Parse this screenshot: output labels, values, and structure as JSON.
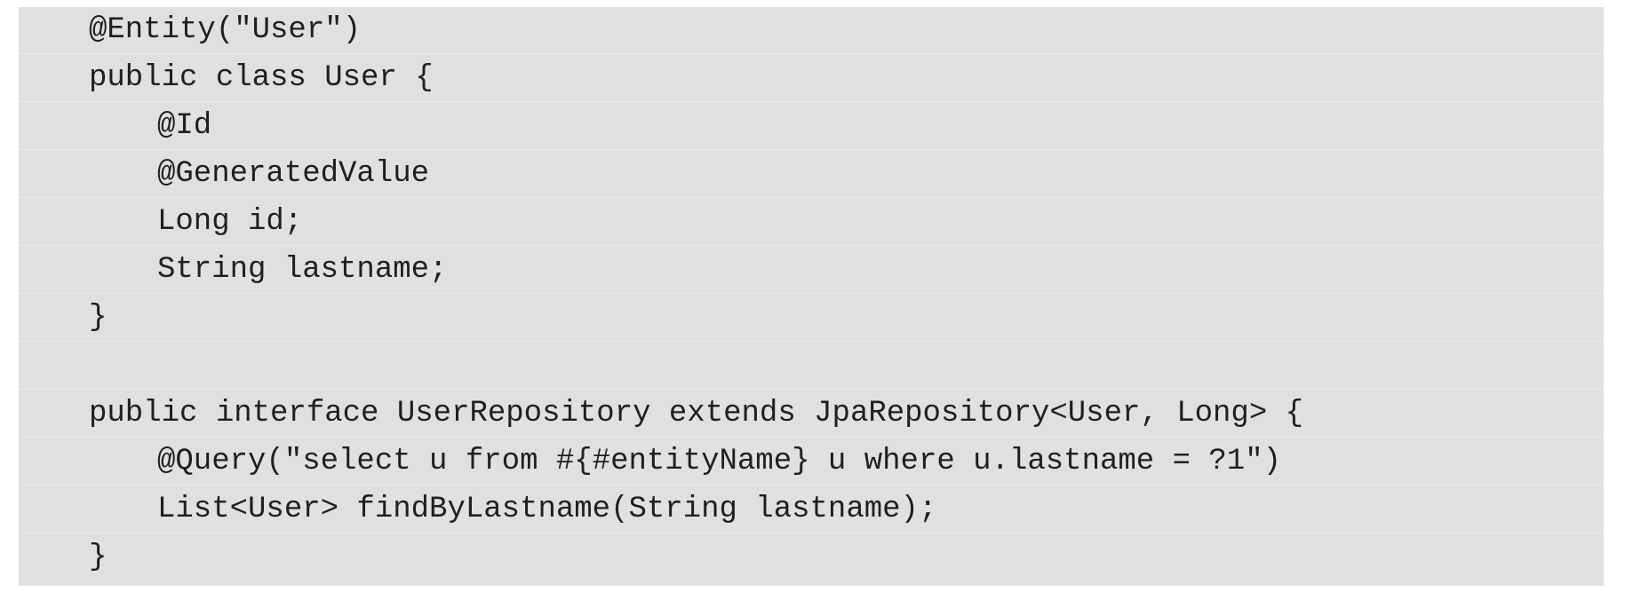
{
  "code": {
    "lines": [
      "@Entity(\"User\")",
      "public class User {",
      "@Id",
      "@GeneratedValue",
      "Long id;",
      "String lastname;",
      "}",
      "",
      "public interface UserRepository extends JpaRepository<User, Long> {",
      "@Query(\"select u from #{#entityName} u where u.lastname = ?1\")",
      "List<User> findByLastname(String lastname);",
      "}"
    ]
  }
}
